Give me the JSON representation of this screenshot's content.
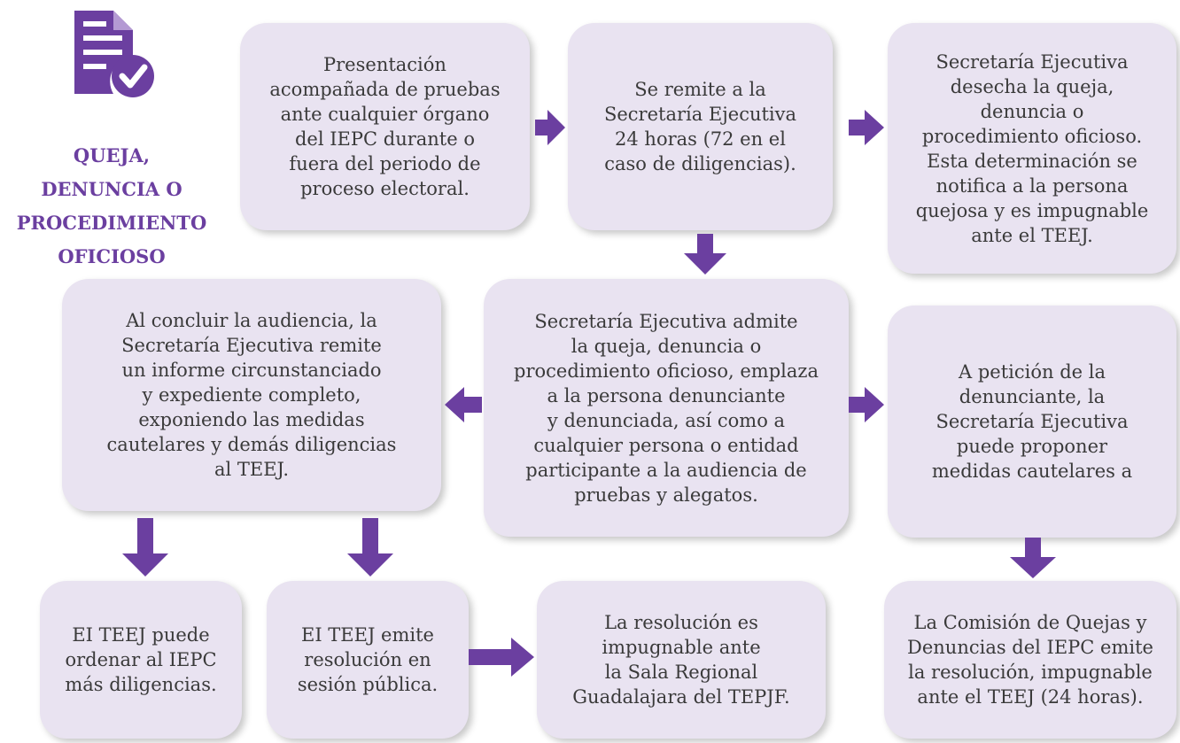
{
  "title": "QUEJA,\nDENUNCIA O\nPROCEDIMIENTO\nOFICIOSO",
  "icon": "document-check-icon",
  "accent_color": "#6b3fa0",
  "box_color": "#e9e3f1",
  "steps": {
    "presentacion": "Presentación\nacompañada de pruebas\nante cualquier órgano\ndel IEPC durante o\nfuera del periodo de\nproceso electoral.",
    "remite": "Se remite a la\nSecretaría Ejecutiva\n24 horas (72 en el\ncaso de diligencias).",
    "desecha": "Secretaría Ejecutiva\ndesecha la queja,\ndenuncia o\nprocedimiento oficioso.\nEsta determinación se\nnotifica a la persona\nquejosa y es impugnable\nante el TEEJ.",
    "informe": "Al concluir la audiencia, la\nSecretaría Ejecutiva remite\nun informe circunstanciado\ny expediente completo,\nexponiendo las medidas\ncautelares y demás diligencias\nal TEEJ.",
    "admite": "Secretaría Ejecutiva admite\nla queja, denuncia o\nprocedimiento oficioso, emplaza\na la persona denunciante\ny denunciada, así como a\ncualquier persona o entidad\nparticipante a la audiencia de\npruebas y alegatos.",
    "medidas": "A petición de la\ndenunciante, la\nSecretaría Ejecutiva\npuede proponer\nmedidas cautelares a",
    "diligencias": "EI TEEJ puede\nordenar al IEPC\nmás diligencias.",
    "sesion": "EI TEEJ emite\nresolución en\nsesión pública.",
    "impugnable": "La resolución es\nimpugnable ante\nla Sala Regional\nGuadalajara del TEPJF.",
    "comision": "La Comisión de Quejas y\nDenuncias del IEPC emite\nla resolución, impugnable\nante el TEEJ (24 horas)."
  }
}
